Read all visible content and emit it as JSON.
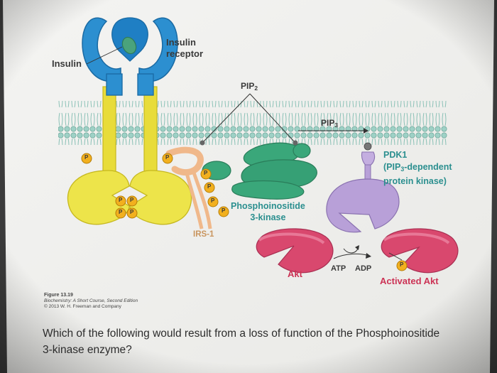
{
  "labels": {
    "insulin": "Insulin",
    "insulin_receptor_1": "Insulin",
    "insulin_receptor_2": "receptor",
    "pip2": "PIP",
    "pip2_sub": "2",
    "pip3": "PIP",
    "pip3_sub": "3",
    "pdk1_1": "PDK1",
    "pdk1_2": "(PIP",
    "pdk1_2_sub": "3",
    "pdk1_2_rest": "-dependent",
    "pdk1_3": "protein kinase)",
    "pi3k_1": "Phosphoinositide",
    "pi3k_2": "3-kinase",
    "irs1": "IRS-1",
    "akt": "Akt",
    "atp": "ATP",
    "adp": "ADP",
    "activated_akt": "Activated Akt",
    "phosphate": "P"
  },
  "caption": {
    "figure": "Figure 13.19",
    "book": "Biochemistry: A Short Course, Second Edition",
    "copyright": "© 2013 W. H. Freeman and Company"
  },
  "question": "Which of the following would result from a loss of function of the Phosphoinositide 3-kinase enzyme?",
  "colors": {
    "receptor_blue": "#2c8fd0",
    "receptor_yellow": "#e8dc3a",
    "pi3k_green": "#3aa77a",
    "pdk1_purple": "#b8a0d8",
    "akt_pink": "#d9486e",
    "irs1_peach": "#f0b88a",
    "phosphate_orange": "#f2b01e",
    "membrane_teal": "#a5d6c9"
  }
}
